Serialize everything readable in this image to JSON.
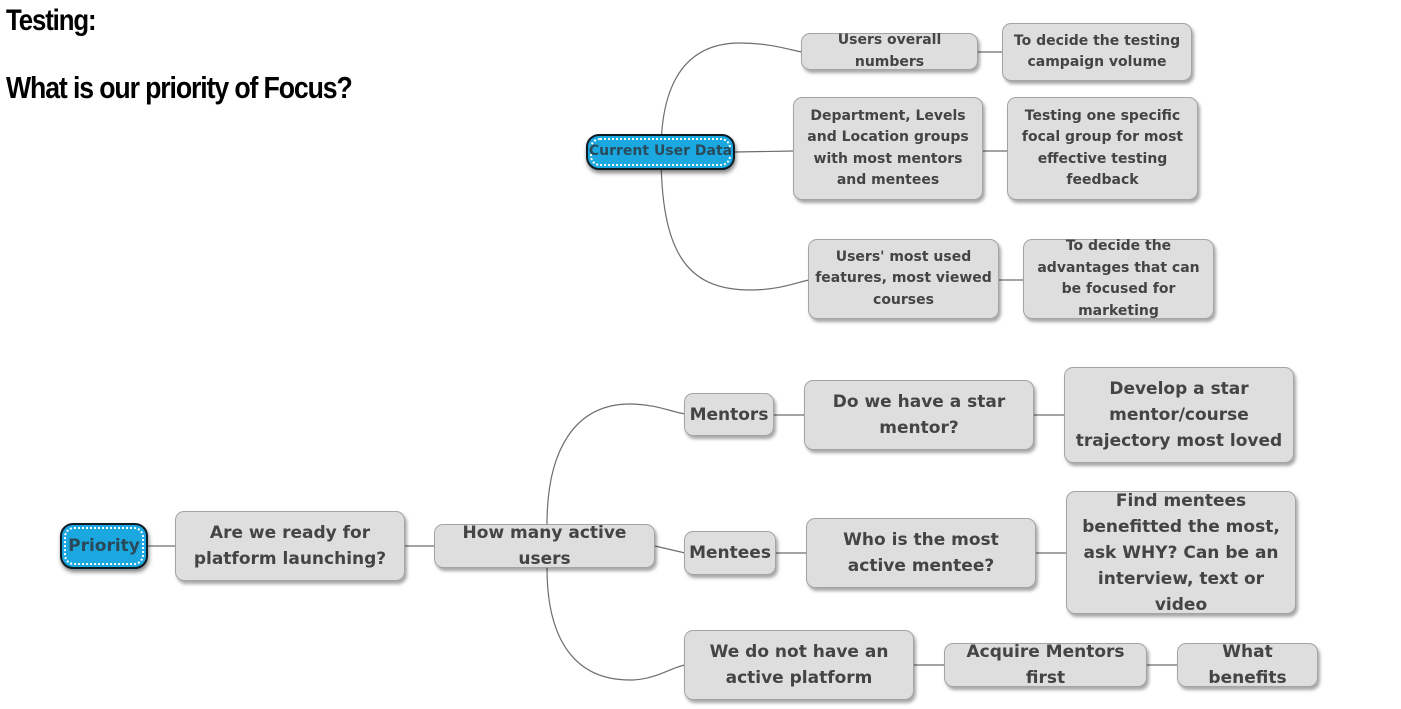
{
  "header": {
    "line1": "Testing:",
    "line2": "What is our priority of Focus?"
  },
  "colors": {
    "root_fill": "#1ba8e0",
    "node_fill": "#dedede",
    "node_text": "#444444",
    "connector": "#6e6e6e"
  },
  "upper_map": {
    "root": "Current User Data",
    "branches": [
      {
        "topic": "Users overall numbers",
        "detail": "To decide the testing campaign volume"
      },
      {
        "topic": "Department, Levels and Location groups with most mentors and mentees",
        "detail": "Testing one specific focal group for most effective testing feedback"
      },
      {
        "topic": "Users' most used features, most viewed courses",
        "detail": "To decide the advantages that can be focused for marketing"
      }
    ]
  },
  "lower_map": {
    "root": "Priority",
    "question": "Are we ready for platform launching?",
    "hub": "How many active users",
    "mentors": {
      "label": "Mentors",
      "question": "Do we have a star mentor?",
      "action": "Develop a star mentor/course trajectory most loved"
    },
    "mentees": {
      "label": "Mentees",
      "question": "Who is the most active mentee?",
      "action": "Find mentees benefitted the most, ask WHY? Can be an interview, text or video"
    },
    "no_platform": {
      "label": "We do not have an active platform",
      "step": "Acquire Mentors first",
      "result": "What benefits"
    }
  }
}
